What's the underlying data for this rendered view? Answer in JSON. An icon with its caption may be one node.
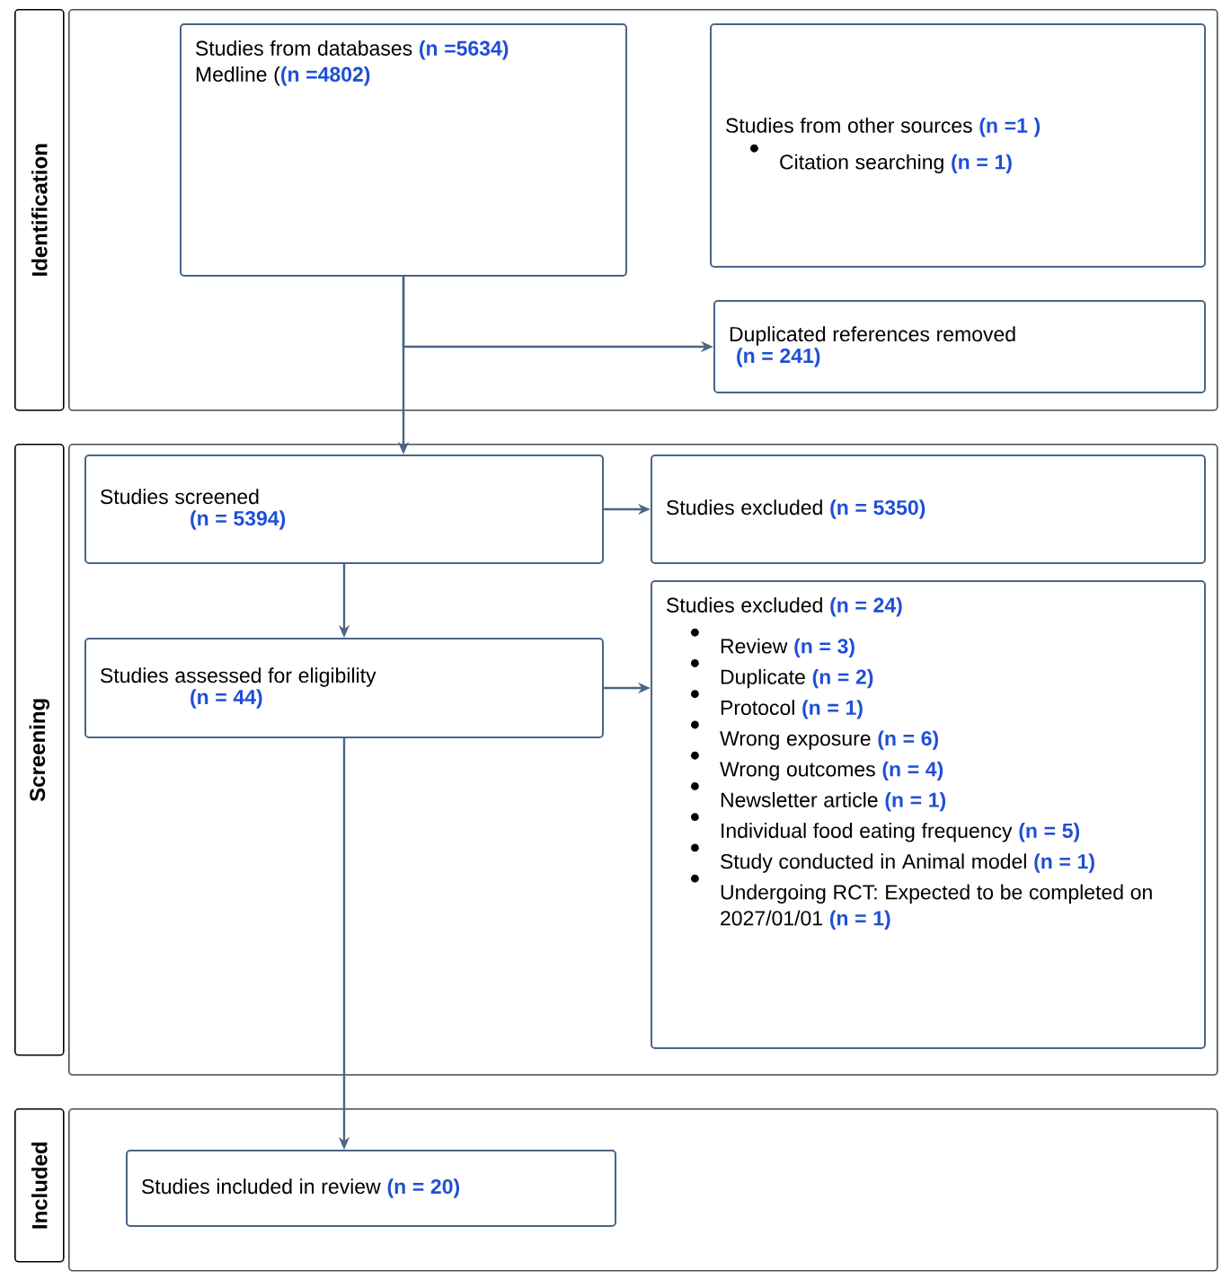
{
  "diagram": {
    "nodes": [
      {
        "text": [
          "Identification"
        ]
      },
      {
        "text": [],
        "shape": "box"
      },
      {
        "text": [
          "Studies from databases **(n =5634)**",
          "Medline (**(n =4802)**"
        ],
        "in": 1
      },
      {
        "text": [
          "Studies from other sources **(n =1 )**",
          "Citation searching **(n = 1)**"
        ],
        "in": 1
      },
      {
        "text": [
          "Duplicated references removed",
          "(n = 241)"
        ],
        "in": 1
      },
      {
        "text": [
          "Screening"
        ]
      },
      {
        "text": [],
        "shape": "box"
      },
      {
        "text": [
          "Studies screened",
          "(n = 5394)"
        ],
        "in": 6
      },
      {
        "text": [
          "Studies excluded **(n = 5350)**"
        ],
        "in": 6
      },
      {
        "text": [
          "Studies assessed for eligibility",
          "(n = 44)"
        ],
        "in": 6
      },
      {
        "text": [
          "Studies excluded **(n = 24)**",
          "Review **(n = 3)**",
          "Duplicate **(n = 2)**",
          "Protocol **(n = 1)**",
          "Wrong exposure **(n = 6)**",
          "Wrong outcomes **(n = 4)**",
          "Newsletter article **(n = 1)**",
          "Individual food eating frequency **(n = 5)**",
          "Study conducted in Animal model **(n = 1)**",
          "Undergoing RCT: Expected to be completed on 2027/01/01 **(n = 1)**"
        ],
        "in": 6
      },
      {
        "text": [
          "Included"
        ]
      },
      {
        "text": [],
        "shape": "box"
      },
      {
        "text": [
          "Studies included in review **(n = 20)**"
        ],
        "in": 12
      }
    ],
    "edges": [
      {
        "from": 2,
        "to": 4,
        "arrow": "to"
      },
      {
        "from": 2,
        "to": 7,
        "arrow": "to"
      },
      {
        "from": 7,
        "to": 8,
        "arrow": "to"
      },
      {
        "from": 7,
        "to": 9,
        "arrow": "to"
      },
      {
        "from": 9,
        "to": 10,
        "arrow": "to"
      },
      {
        "from": 9,
        "to": 13,
        "arrow": "to"
      }
    ]
  }
}
